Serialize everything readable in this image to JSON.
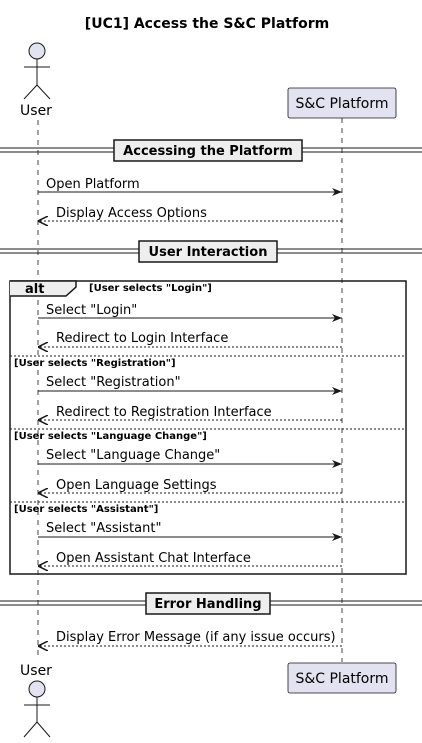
{
  "title": "[UC1] Access the S&C Platform",
  "participants": {
    "actor": "User",
    "system": "S&C Platform"
  },
  "dividers": {
    "accessing": "Accessing the Platform",
    "interaction": "User Interaction",
    "error": "Error Handling"
  },
  "messages": {
    "open_platform": "Open Platform",
    "display_access": "Display Access Options",
    "select_login": "Select \"Login\"",
    "redirect_login": "Redirect to Login Interface",
    "select_registration": "Select \"Registration\"",
    "redirect_registration": "Redirect to Registration Interface",
    "select_language": "Select \"Language Change\"",
    "open_language": "Open Language Settings",
    "select_assistant": "Select \"Assistant\"",
    "open_assistant": "Open Assistant Chat Interface",
    "display_error": "Display Error Message (if any issue occurs)"
  },
  "fragment": {
    "keyword": "alt",
    "guard_login": "[User selects \"Login\"]",
    "guard_registration": "[User selects \"Registration\"]",
    "guard_language": "[User selects \"Language Change\"]",
    "guard_assistant": "[User selects \"Assistant\"]"
  },
  "colors": {
    "participant_fill": "#E2E2F0",
    "participant_stroke": "#181818",
    "divider_fill": "#EEEEEE",
    "line": "#181818"
  }
}
